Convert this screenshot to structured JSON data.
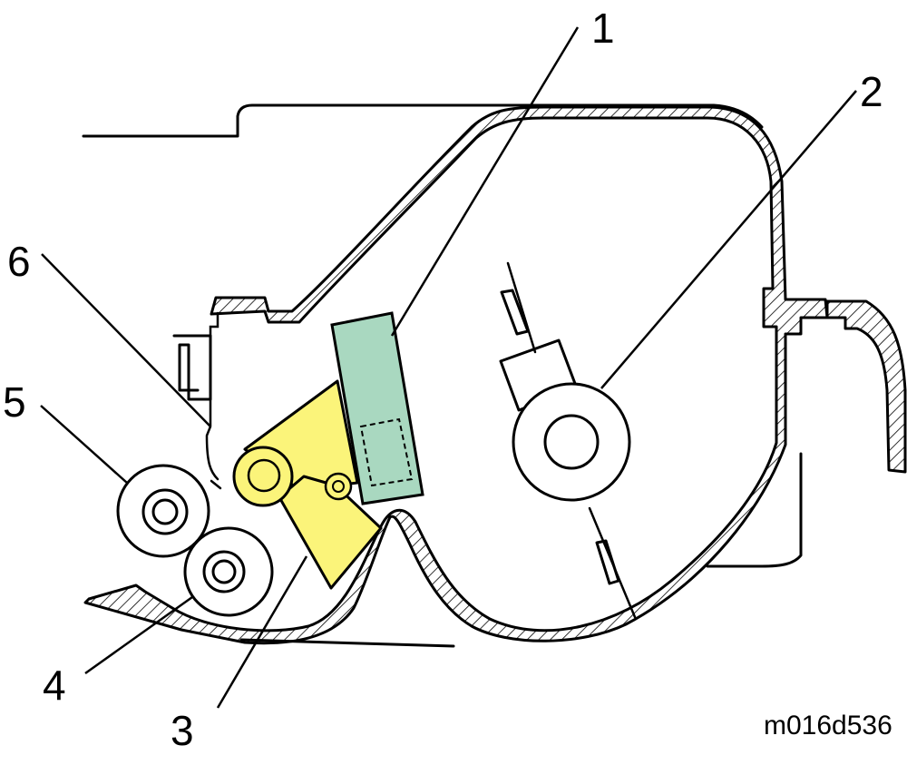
{
  "callouts": [
    "1",
    "2",
    "3",
    "4",
    "5",
    "6"
  ],
  "figure_code": "m016d536",
  "colors": {
    "lever_fill": "#fbf47a",
    "blade_fill": "#a9d8c0",
    "line": "#000000",
    "background": "#ffffff"
  }
}
